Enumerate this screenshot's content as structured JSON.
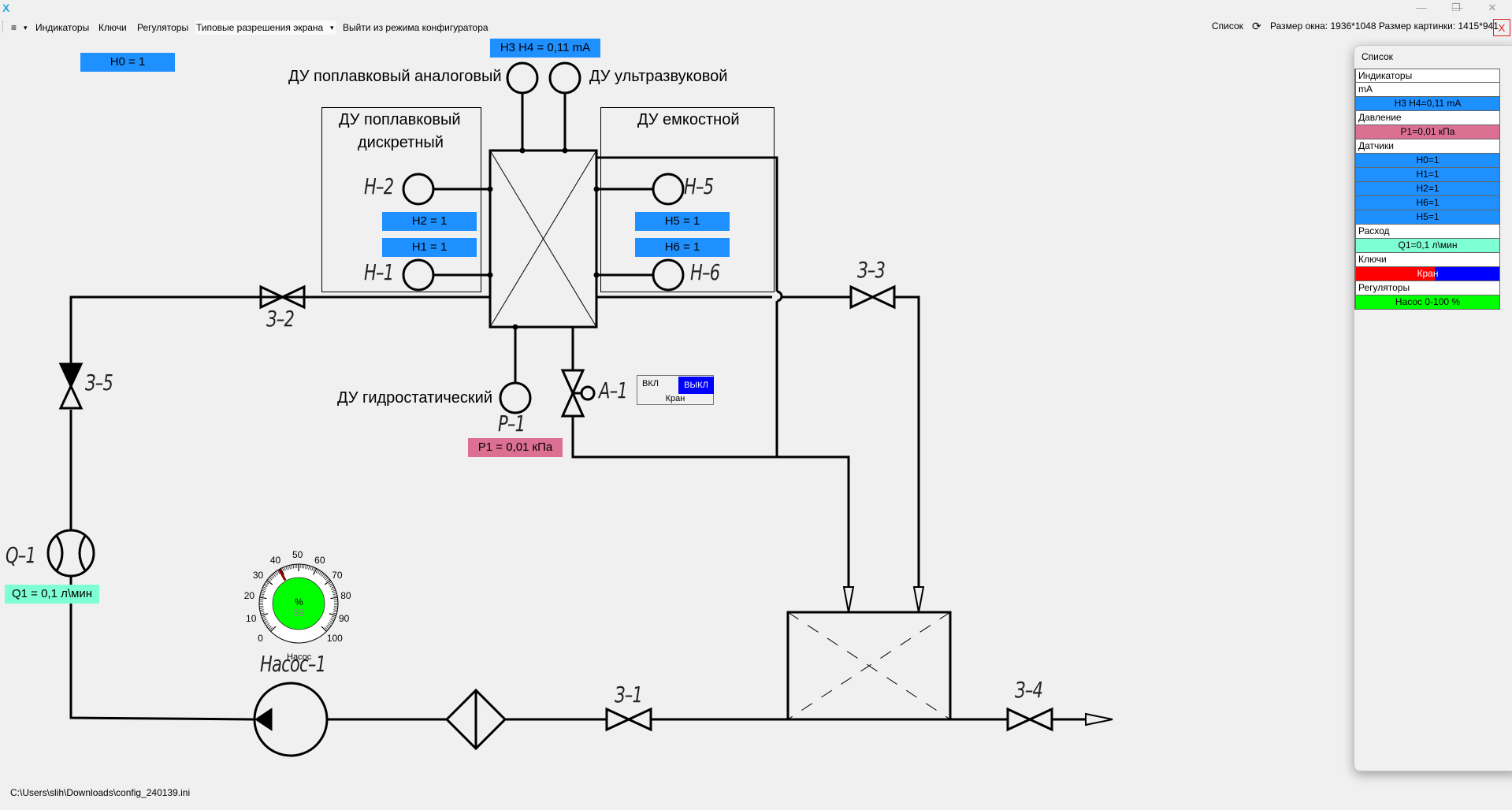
{
  "app": {
    "logo": "X",
    "window_controls": {
      "minimize": "—",
      "maximize": "❐",
      "close": "✕"
    }
  },
  "menu": {
    "hamburger": "≡",
    "dropdown_arrow": "▾",
    "items": [
      "Индикаторы",
      "Ключи",
      "Регуляторы",
      "Типовые разрешения экрана",
      "Выйти из режима конфигуратора"
    ],
    "selected_index": 3
  },
  "status": {
    "list_label": "Список",
    "refresh_icon": "⟳",
    "info": "Размер окна: 1936*1048 Размер картинки: 1415*941",
    "close_label": "X"
  },
  "scheme": {
    "indicators": {
      "h0": "H0 = 1",
      "h3h4": "H3 H4 = 0,11 mA",
      "h2": "H2 = 1",
      "h1": "H1 = 1",
      "h5": "H5 = 1",
      "h6": "H6 = 1",
      "p1": "P1 = 0,01 кПа",
      "q1": "Q1 = 0,1 л\\мин"
    },
    "labels": {
      "float_analog": "ДУ поплавковый аналоговый",
      "ultrasonic": "ДУ ультразвуковой",
      "float_discrete_1": "ДУ поплавковый",
      "float_discrete_2": "дискретный",
      "capacitive": "ДУ емкостной",
      "hydrostatic": "ДУ гидростатический"
    },
    "tags": {
      "h2": "H–2",
      "h1": "H–1",
      "h5": "H–5",
      "h6": "H–6",
      "p1": "P–1",
      "a1": "A–1",
      "q1": "Q–1",
      "z1": "З–1",
      "z2": "З–2",
      "z3": "З–3",
      "z4": "З–4",
      "z5": "З–5",
      "pump": "Насос–1"
    },
    "valve_switch": {
      "on": "ВКЛ",
      "off": "ВЫКЛ",
      "caption": "Кран",
      "state": "off"
    },
    "gauge": {
      "unit": "%",
      "value": 39,
      "min": 0,
      "max": 100,
      "caption": "Насос",
      "ticks": [
        "0",
        "10",
        "20",
        "30",
        "40",
        "50",
        "60",
        "70",
        "80",
        "90",
        "100"
      ]
    }
  },
  "footer": {
    "path": "C:\\Users\\slih\\Downloads\\config_240139.ini"
  },
  "panel": {
    "title": "Список",
    "rows": [
      {
        "text": "Индикаторы",
        "kind": "header"
      },
      {
        "text": "mA",
        "kind": "header"
      },
      {
        "text": "H3 H4=0,11 mA",
        "kind": "value",
        "color": "#1e90ff"
      },
      {
        "text": "Давление",
        "kind": "header"
      },
      {
        "text": "P1=0,01 кПа",
        "kind": "value",
        "color": "#db7093"
      },
      {
        "text": "Датчики",
        "kind": "header"
      },
      {
        "text": "H0=1",
        "kind": "value",
        "color": "#1e90ff"
      },
      {
        "text": "H1=1",
        "kind": "value",
        "color": "#1e90ff"
      },
      {
        "text": "H2=1",
        "kind": "value",
        "color": "#1e90ff"
      },
      {
        "text": "H6=1",
        "kind": "value",
        "color": "#1e90ff"
      },
      {
        "text": "H5=1",
        "kind": "value",
        "color": "#1e90ff"
      },
      {
        "text": "Расход",
        "kind": "header"
      },
      {
        "text": "Q1=0,1 л\\мин",
        "kind": "value",
        "color": "#7fffd4"
      },
      {
        "text": "Ключи",
        "kind": "header"
      },
      {
        "text": "Кран",
        "kind": "value",
        "color": "split-red-blue"
      },
      {
        "text": "Регуляторы",
        "kind": "header"
      },
      {
        "text": "Насос 0-100 %",
        "kind": "value",
        "color": "#00ff00"
      }
    ]
  }
}
